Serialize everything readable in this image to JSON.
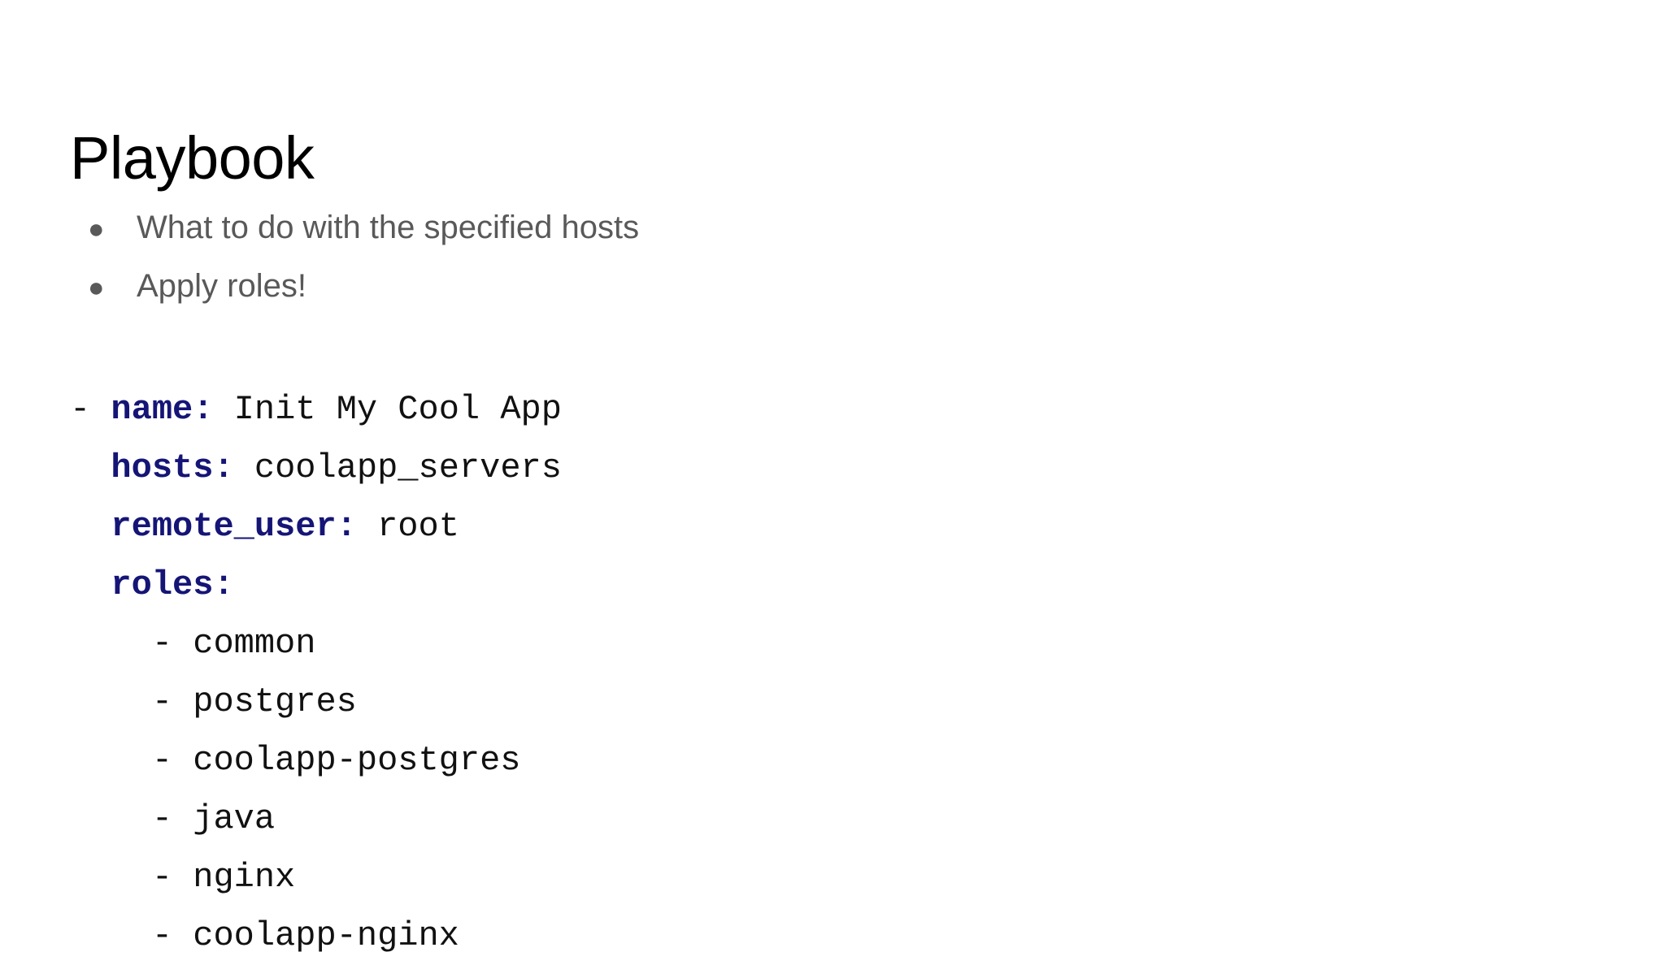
{
  "slide": {
    "title": "Playbook",
    "background_color": "#ffffff",
    "title_color": "#000000",
    "bullet_text_color": "#595959",
    "yaml_key_color": "#151577",
    "yaml_value_color": "#111111"
  },
  "bullets": {
    "marker_glyph": "●",
    "items": [
      {
        "text": "What to do with the specified hosts"
      },
      {
        "text": "Apply roles!"
      }
    ]
  },
  "code": {
    "language": "yaml",
    "lines": [
      {
        "dash": "- ",
        "key": "name:",
        "space": " ",
        "value": "Init My Cool App"
      },
      {
        "dash": "  ",
        "key": "hosts:",
        "space": " ",
        "value": "coolapp_servers"
      },
      {
        "dash": "  ",
        "key": "remote_user:",
        "space": " ",
        "value": "root"
      },
      {
        "dash": "  ",
        "key": "roles:",
        "space": "",
        "value": ""
      },
      {
        "dash": "    - ",
        "key": "",
        "space": "",
        "value": "common"
      },
      {
        "dash": "    - ",
        "key": "",
        "space": "",
        "value": "postgres"
      },
      {
        "dash": "    - ",
        "key": "",
        "space": "",
        "value": "coolapp-postgres"
      },
      {
        "dash": "    - ",
        "key": "",
        "space": "",
        "value": "java"
      },
      {
        "dash": "    - ",
        "key": "",
        "space": "",
        "value": "nginx"
      },
      {
        "dash": "    - ",
        "key": "",
        "space": "",
        "value": "coolapp-nginx"
      }
    ]
  }
}
